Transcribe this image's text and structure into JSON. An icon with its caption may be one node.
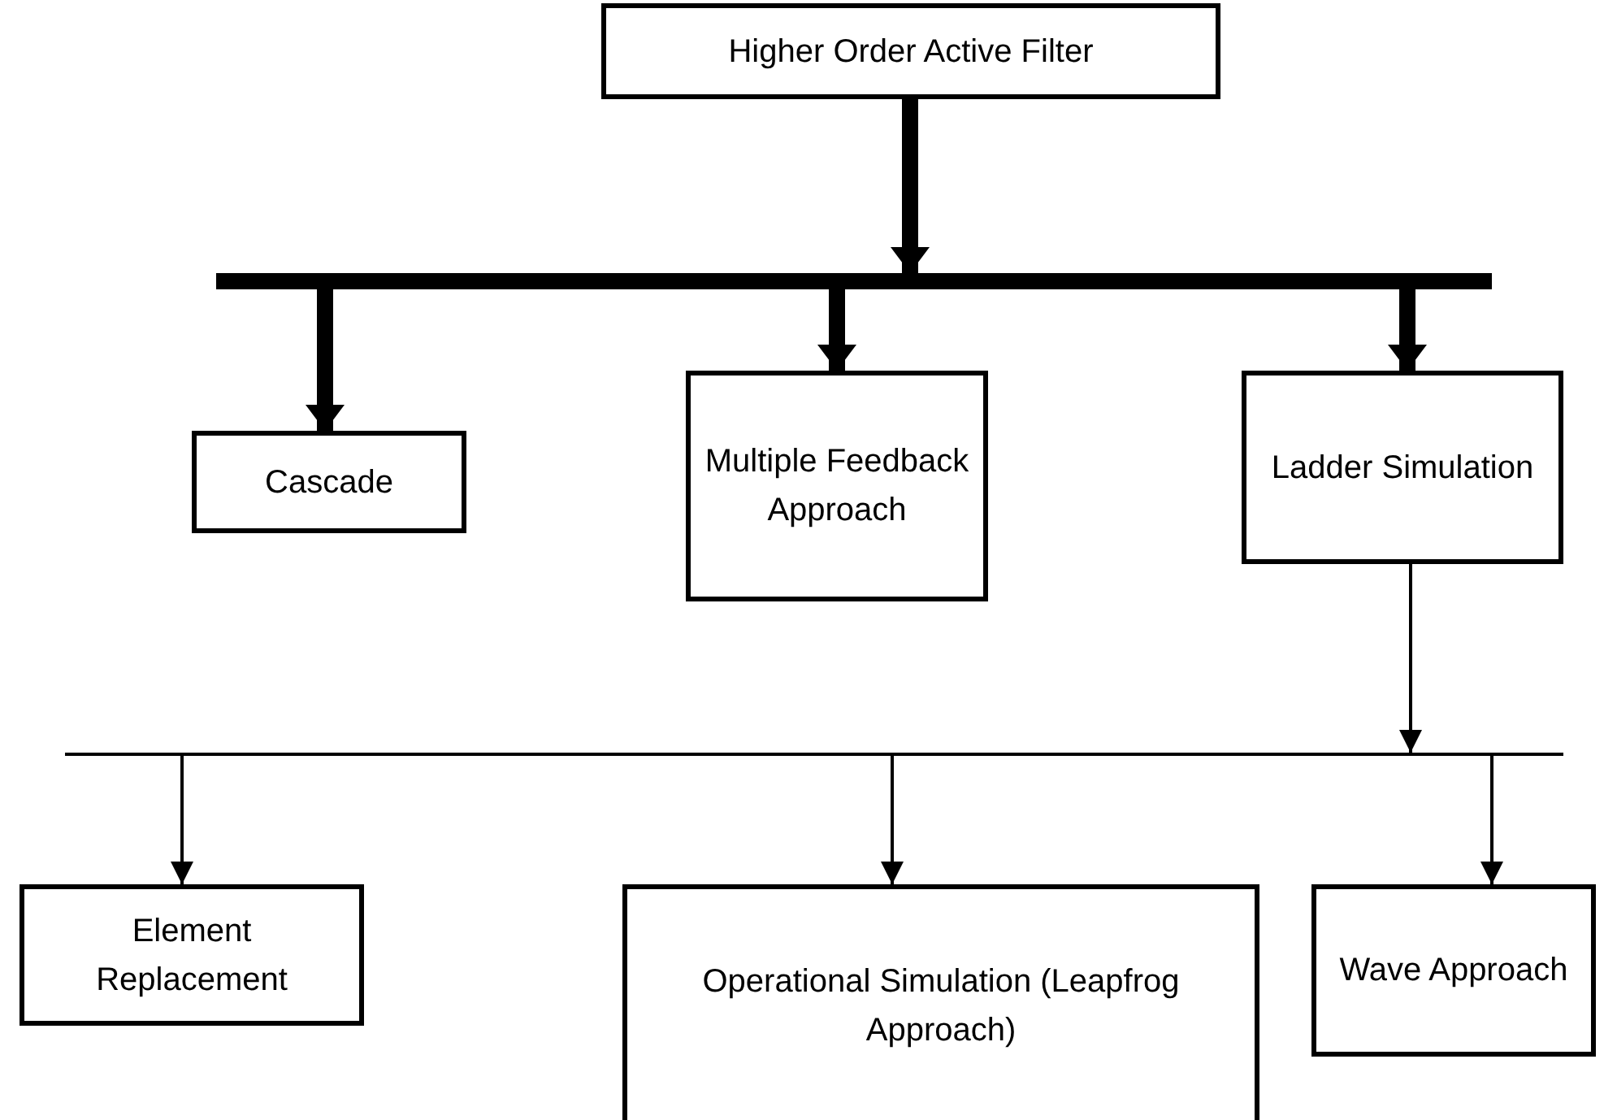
{
  "diagram": {
    "nodes": [
      {
        "text": [
          "Higher Order Active Filter"
        ]
      },
      {
        "text": [
          "Cascade"
        ]
      },
      {
        "text": [
          "Multiple Feedback Approach"
        ]
      },
      {
        "text": [
          "Ladder Simulation"
        ]
      },
      {
        "text": [
          "Element Replacement"
        ]
      },
      {
        "text": [
          "Operational Simulation (Leapfrog Approach)"
        ]
      },
      {
        "text": [
          "Wave Approach"
        ]
      }
    ],
    "edges": [
      {
        "from": 0,
        "to": 1,
        "arrow": "to",
        "style": "thick"
      },
      {
        "from": 0,
        "to": 2,
        "arrow": "to",
        "style": "thick"
      },
      {
        "from": 0,
        "to": 3,
        "arrow": "to",
        "style": "thick"
      },
      {
        "from": 3,
        "to": 4,
        "arrow": "to"
      },
      {
        "from": 3,
        "to": 5,
        "arrow": "to"
      },
      {
        "from": 3,
        "to": 6,
        "arrow": "to"
      }
    ]
  }
}
